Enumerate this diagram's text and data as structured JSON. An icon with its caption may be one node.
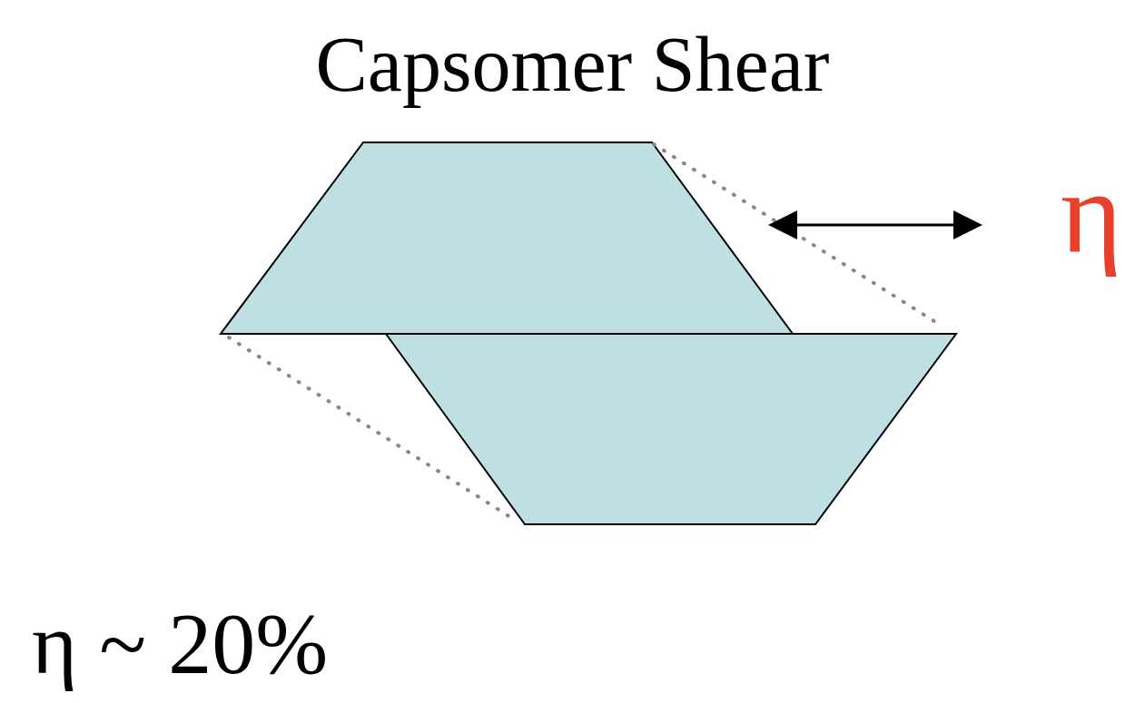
{
  "diagram": {
    "title": "Capsomer Shear",
    "labels": [
      "η",
      "η ~ 20%"
    ]
  }
}
